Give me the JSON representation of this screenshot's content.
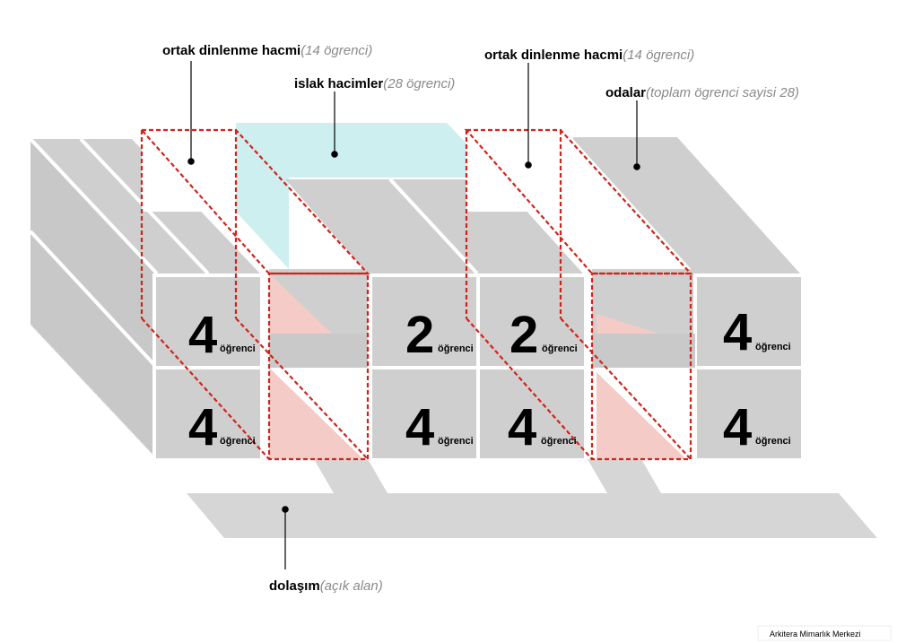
{
  "labels": {
    "ortak1": {
      "title": "ortak dinlenme hacmi",
      "note": "(14 ögrenci)"
    },
    "islak": {
      "title": "islak hacimler",
      "note": "(28 ögrenci)"
    },
    "ortak2": {
      "title": "ortak dinlenme hacmi",
      "note": "(14 ögrenci)"
    },
    "odalar": {
      "title": "odalar",
      "note": "(toplam ögrenci sayisi 28)"
    },
    "dolasim": {
      "title": "dolaşım",
      "note": "(açık alan)"
    }
  },
  "rooms": {
    "unit": "öğrenci",
    "r1": {
      "top": "4",
      "bottom": "4"
    },
    "r2": {
      "top": "2",
      "bottom": "4"
    },
    "r3": {
      "top": "2",
      "bottom": "4"
    },
    "r4": {
      "top": "4",
      "bottom": "4"
    }
  },
  "credit": "Arkitera Mimarlık Merkezi",
  "colors": {
    "block": "#cfcfcf",
    "block_dark": "#c4c4c4",
    "wet": "#cdeff0",
    "lounge": "#f4cbc6",
    "dash": "#d0241b",
    "circulation": "#d6d6d6"
  }
}
